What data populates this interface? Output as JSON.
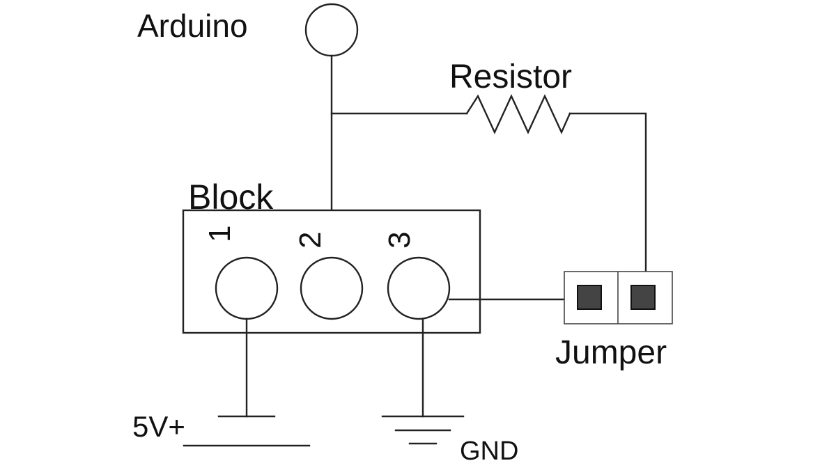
{
  "labels": {
    "arduino": "Arduino",
    "resistor": "Resistor",
    "block": "Block",
    "pin1": "1",
    "pin2": "2",
    "pin3": "3",
    "jumper": "Jumper",
    "power": "5V+",
    "ground": "GND"
  },
  "colors": {
    "line": "#222222",
    "jumper_pin": "#444444",
    "background": "#ffffff"
  }
}
